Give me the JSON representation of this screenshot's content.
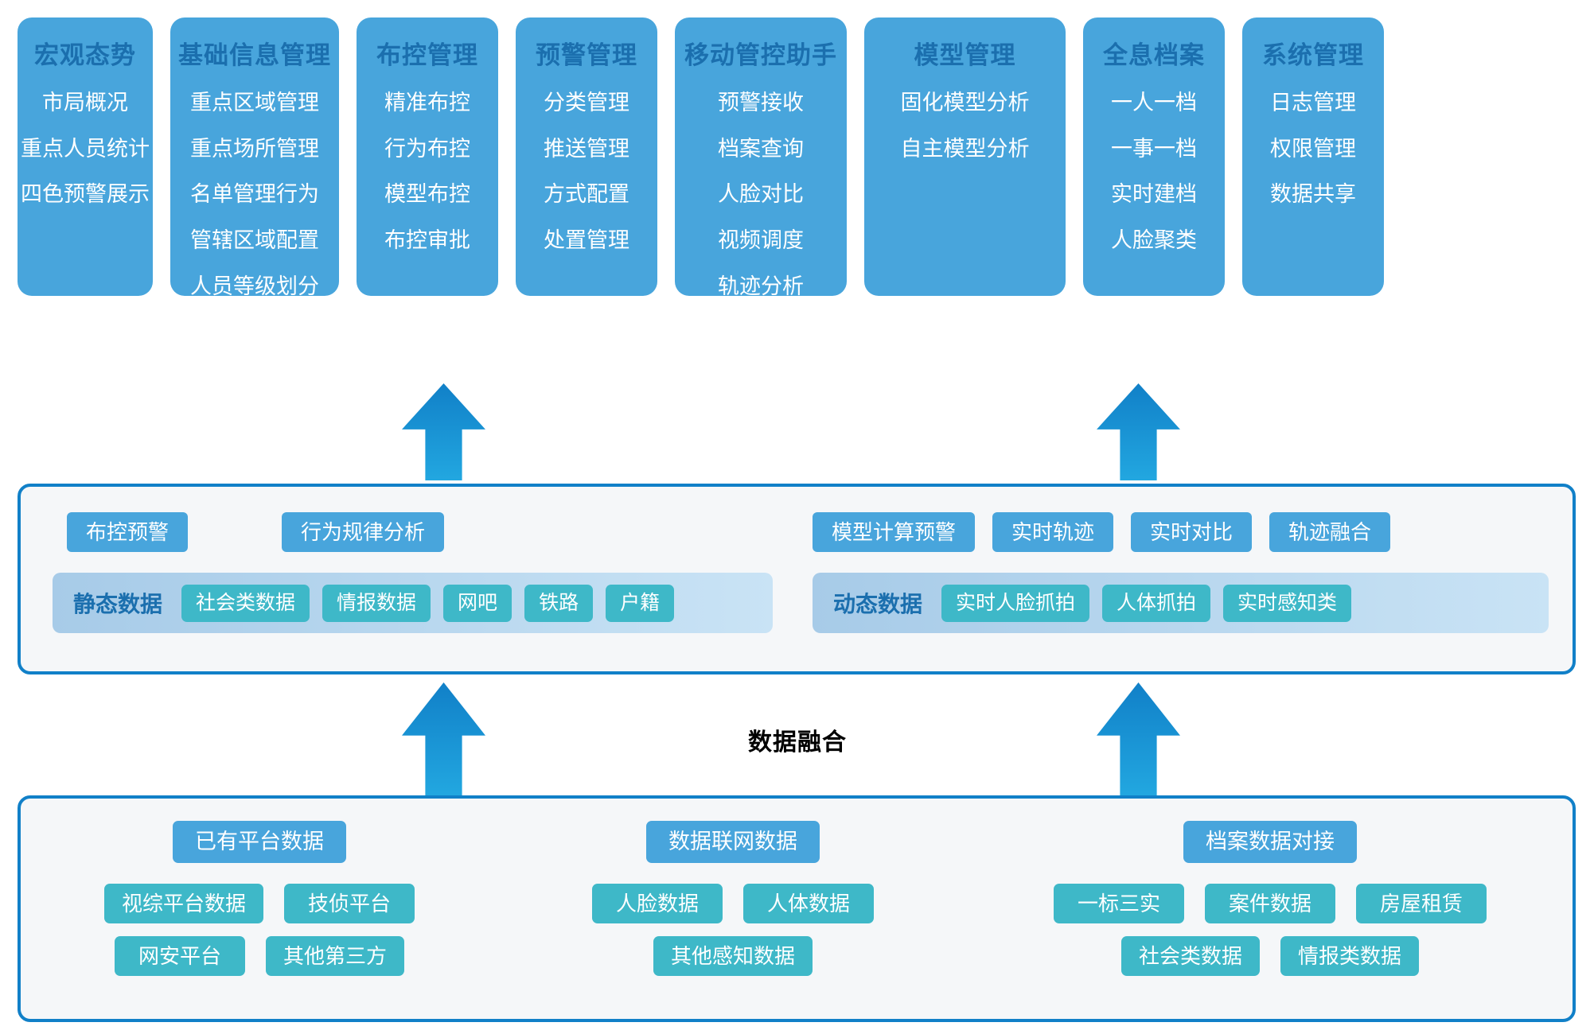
{
  "colors": {
    "module_card": "#48A5DC",
    "module_title": "#1B6FAE",
    "panel_border": "#1180C8",
    "panel_bg": "#F5F7F9",
    "chip_blue": "#48A5DC",
    "chip_teal": "#3EB8C8",
    "band_gradient_start": "#A7CBE8",
    "band_gradient_end": "#C9E3F5",
    "arrow_top": "#1180C8",
    "arrow_bottom": "#22A7E0"
  },
  "top_modules": [
    {
      "title": "宏观态势",
      "items": [
        "市局概况",
        "重点人员统计",
        "四色预警展示"
      ]
    },
    {
      "title": "基础信息管理",
      "items": [
        "重点区域管理",
        "重点场所管理",
        "名单管理行为",
        "管辖区域配置",
        "人员等级划分"
      ]
    },
    {
      "title": "布控管理",
      "items": [
        "精准布控",
        "行为布控",
        "模型布控",
        "布控审批"
      ]
    },
    {
      "title": "预警管理",
      "items": [
        "分类管理",
        "推送管理",
        "方式配置",
        "处置管理"
      ]
    },
    {
      "title": "移动管控助手",
      "items": [
        "预警接收",
        "档案查询",
        "人脸对比",
        "视频调度",
        "轨迹分析"
      ]
    },
    {
      "title": "模型管理",
      "items": [
        "固化模型分析",
        "自主模型分析"
      ]
    },
    {
      "title": "全息档案",
      "items": [
        "一人一档",
        "一事一档",
        "实时建档",
        "人脸聚类"
      ]
    },
    {
      "title": "系统管理",
      "items": [
        "日志管理",
        "权限管理",
        "数据共享"
      ]
    }
  ],
  "middle_panel": {
    "left": {
      "analysis_chips": [
        "布控预警",
        "行为规律分析"
      ],
      "band_label": "静态数据",
      "band_chips": [
        "社会类数据",
        "情报数据",
        "网吧",
        "铁路",
        "户籍"
      ]
    },
    "right": {
      "analysis_chips": [
        "模型计算预警",
        "实时轨迹",
        "实时对比",
        "轨迹融合"
      ],
      "band_label": "动态数据",
      "band_chips": [
        "实时人脸抓拍",
        "人体抓拍",
        "实时感知类"
      ]
    }
  },
  "fusion_label": "数据融合",
  "bottom_panel": {
    "groups": [
      {
        "header": "已有平台数据",
        "rows": [
          [
            "视综平台数据",
            "技侦平台"
          ],
          [
            "网安平台",
            "其他第三方"
          ]
        ]
      },
      {
        "header": "数据联网数据",
        "rows": [
          [
            "人脸数据",
            "人体数据"
          ],
          [
            "其他感知数据"
          ]
        ]
      },
      {
        "header": "档案数据对接",
        "rows": [
          [
            "一标三实",
            "案件数据",
            "房屋租赁"
          ],
          [
            "社会类数据",
            "情报类数据"
          ]
        ]
      }
    ]
  }
}
